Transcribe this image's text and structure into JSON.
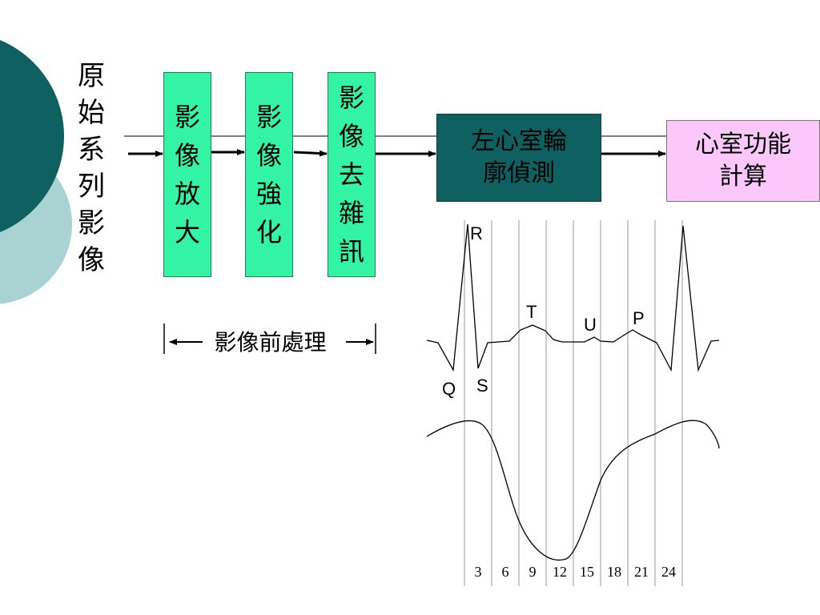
{
  "vertical_label": [
    "原",
    "始",
    "系",
    "列",
    "影",
    "像"
  ],
  "steps": [
    {
      "chars": [
        "影",
        "像",
        "放",
        "大"
      ]
    },
    {
      "chars": [
        "影",
        "像",
        "強",
        "化"
      ]
    },
    {
      "chars": [
        "影",
        "像",
        "去",
        "雜",
        "訊"
      ]
    }
  ],
  "contour_box": {
    "line1": "左心室輪",
    "line2": "廓偵測"
  },
  "function_box": {
    "line1": "心室功能",
    "line2": "計算"
  },
  "preprocess_label": "影像前處理",
  "ecg_letters": {
    "R": "R",
    "Q": "Q",
    "S": "S",
    "T": "T",
    "U": "U",
    "P": "P"
  },
  "time_ticks": [
    "3",
    "6",
    "9",
    "12",
    "15",
    "18",
    "21",
    "24"
  ],
  "colors": {
    "step_fill": "#33f4a4",
    "contour_fill": "#0f6060",
    "function_fill": "#fcc8fc",
    "deco_dark": "#0f6060",
    "deco_light": "#a9d2d2"
  }
}
